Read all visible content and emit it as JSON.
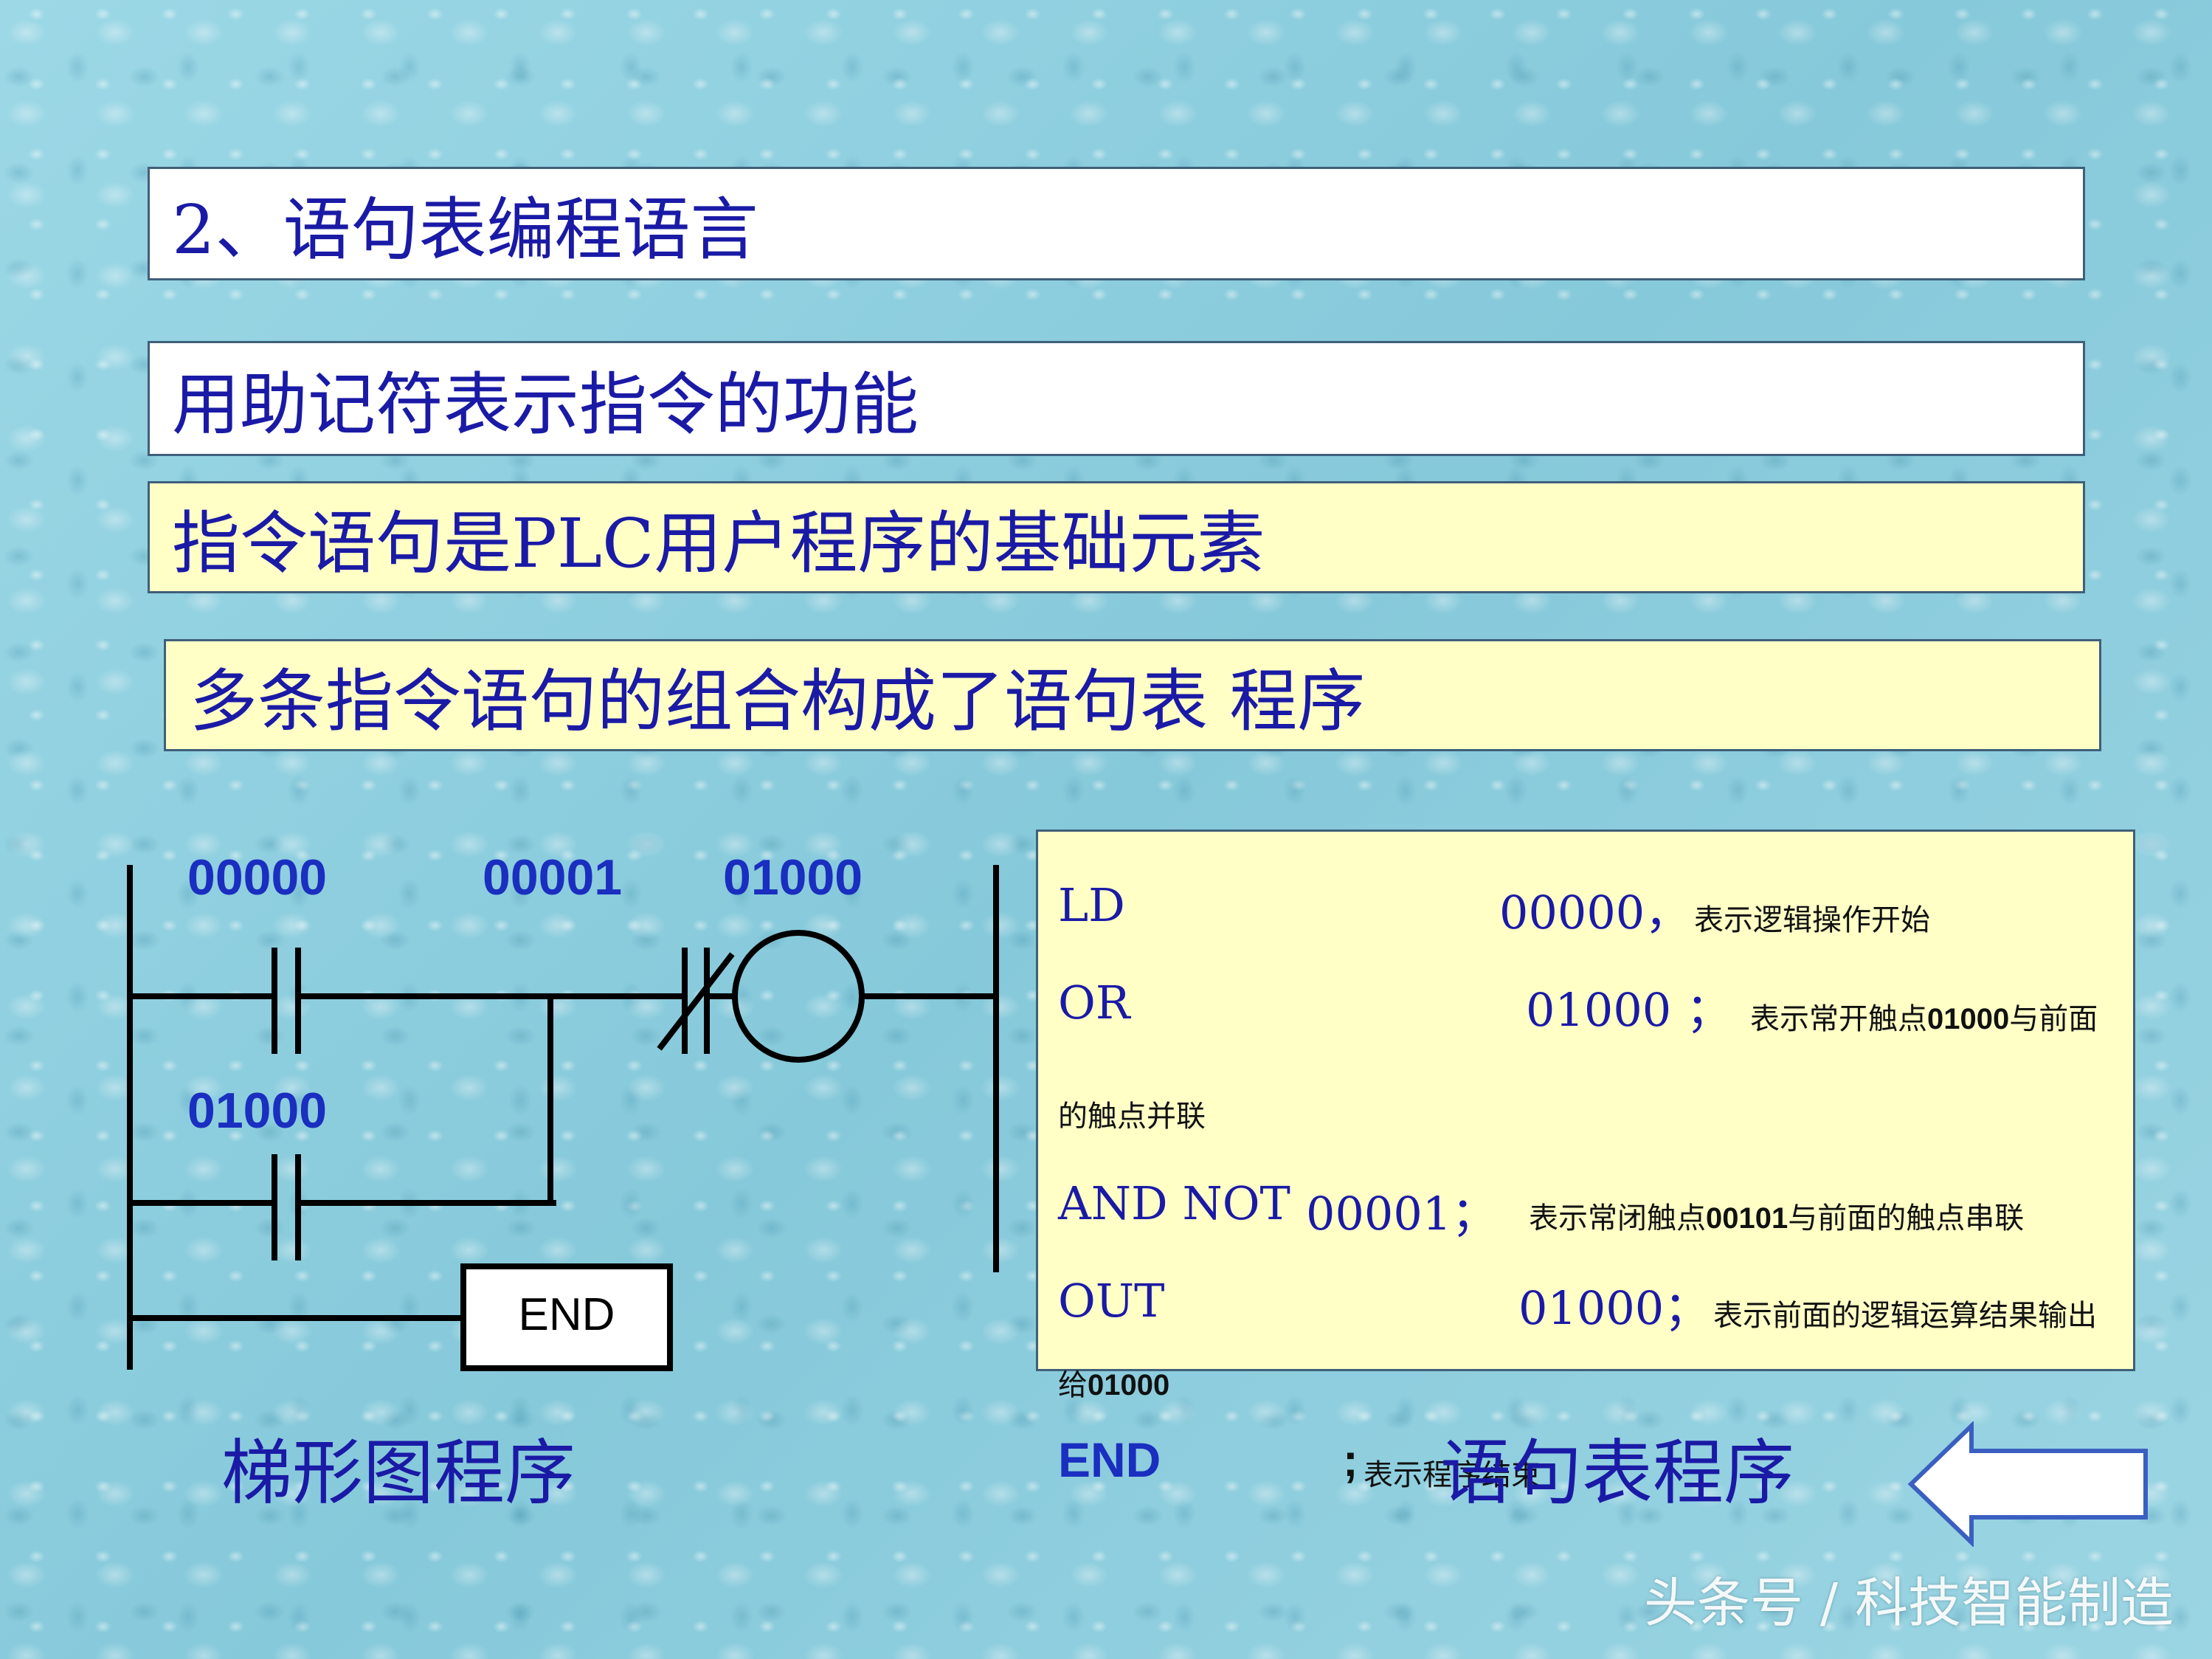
{
  "slide": {
    "title": "2、语句表编程语言",
    "line1": "用助记符表示指令的功能",
    "line2": "指令语句是PLC用户程序的基础元素",
    "line3": "多条指令语句的组合构成了语句表 程序"
  },
  "ladder": {
    "label_contact1": "00000",
    "label_contact2": "00001",
    "label_coil": "01000",
    "label_contact3": "01000",
    "end_block": "END",
    "caption": "梯形图程序"
  },
  "stl": {
    "rows": [
      {
        "op": "LD",
        "operand": "00000，",
        "note": "表示逻辑操作开始"
      },
      {
        "op": "OR",
        "operand": "01000 ；",
        "note_pre": "表示常开触点",
        "note_bold": "01000",
        "note_post": "与前面",
        "note_cont": "的触点并联"
      },
      {
        "op": "AND NOT",
        "operand": "00001；",
        "note_pre": "表示常闭触点",
        "note_bold": "00101",
        "note_post": "与前面的触点串联"
      },
      {
        "op": "OUT",
        "operand": "01000；",
        "note": "表示前面的逻辑运算结果输出",
        "note_cont_pre": "给",
        "note_cont_bold": "01000"
      },
      {
        "op": "END",
        "operand": ";",
        "note": "表示程序结束"
      }
    ],
    "caption": "语句表程序"
  },
  "watermark": "头条号 / 科技智能制造",
  "colors": {
    "heading_text": "#1a1aa6",
    "label_text": "#1a2ec0",
    "yellow_box": "#ffffc6",
    "white_box": "#ffffff",
    "background": "#8fd0df"
  }
}
